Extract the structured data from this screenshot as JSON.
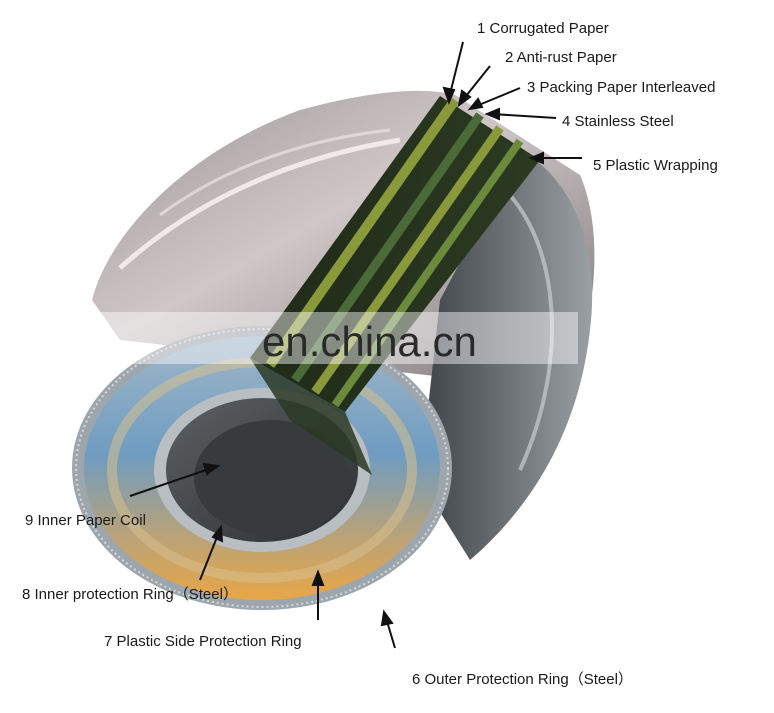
{
  "labels": {
    "l1": "1 Corrugated Paper",
    "l2": "2 Anti-rust Paper",
    "l3": "3 Packing Paper Interleaved",
    "l4": "4 Stainless Steel",
    "l5": "5 Plastic Wrapping",
    "l6": "6 Outer Protection Ring（Steel）",
    "l7": "7 Plastic Side Protection Ring",
    "l8": "8 Inner protection Ring（Steel）",
    "l9": "9 Inner Paper Coil"
  },
  "watermark": "en.china.cn",
  "colors": {
    "steel_light": "#c8c4c6",
    "steel_dark": "#5a5e62",
    "strap_dark": "#1f2a18",
    "strap_olive": "#8a9a3a",
    "strap_green": "#4a6a38",
    "sky_blue": "#6f9cc0",
    "warm_orange": "#e8a646"
  }
}
